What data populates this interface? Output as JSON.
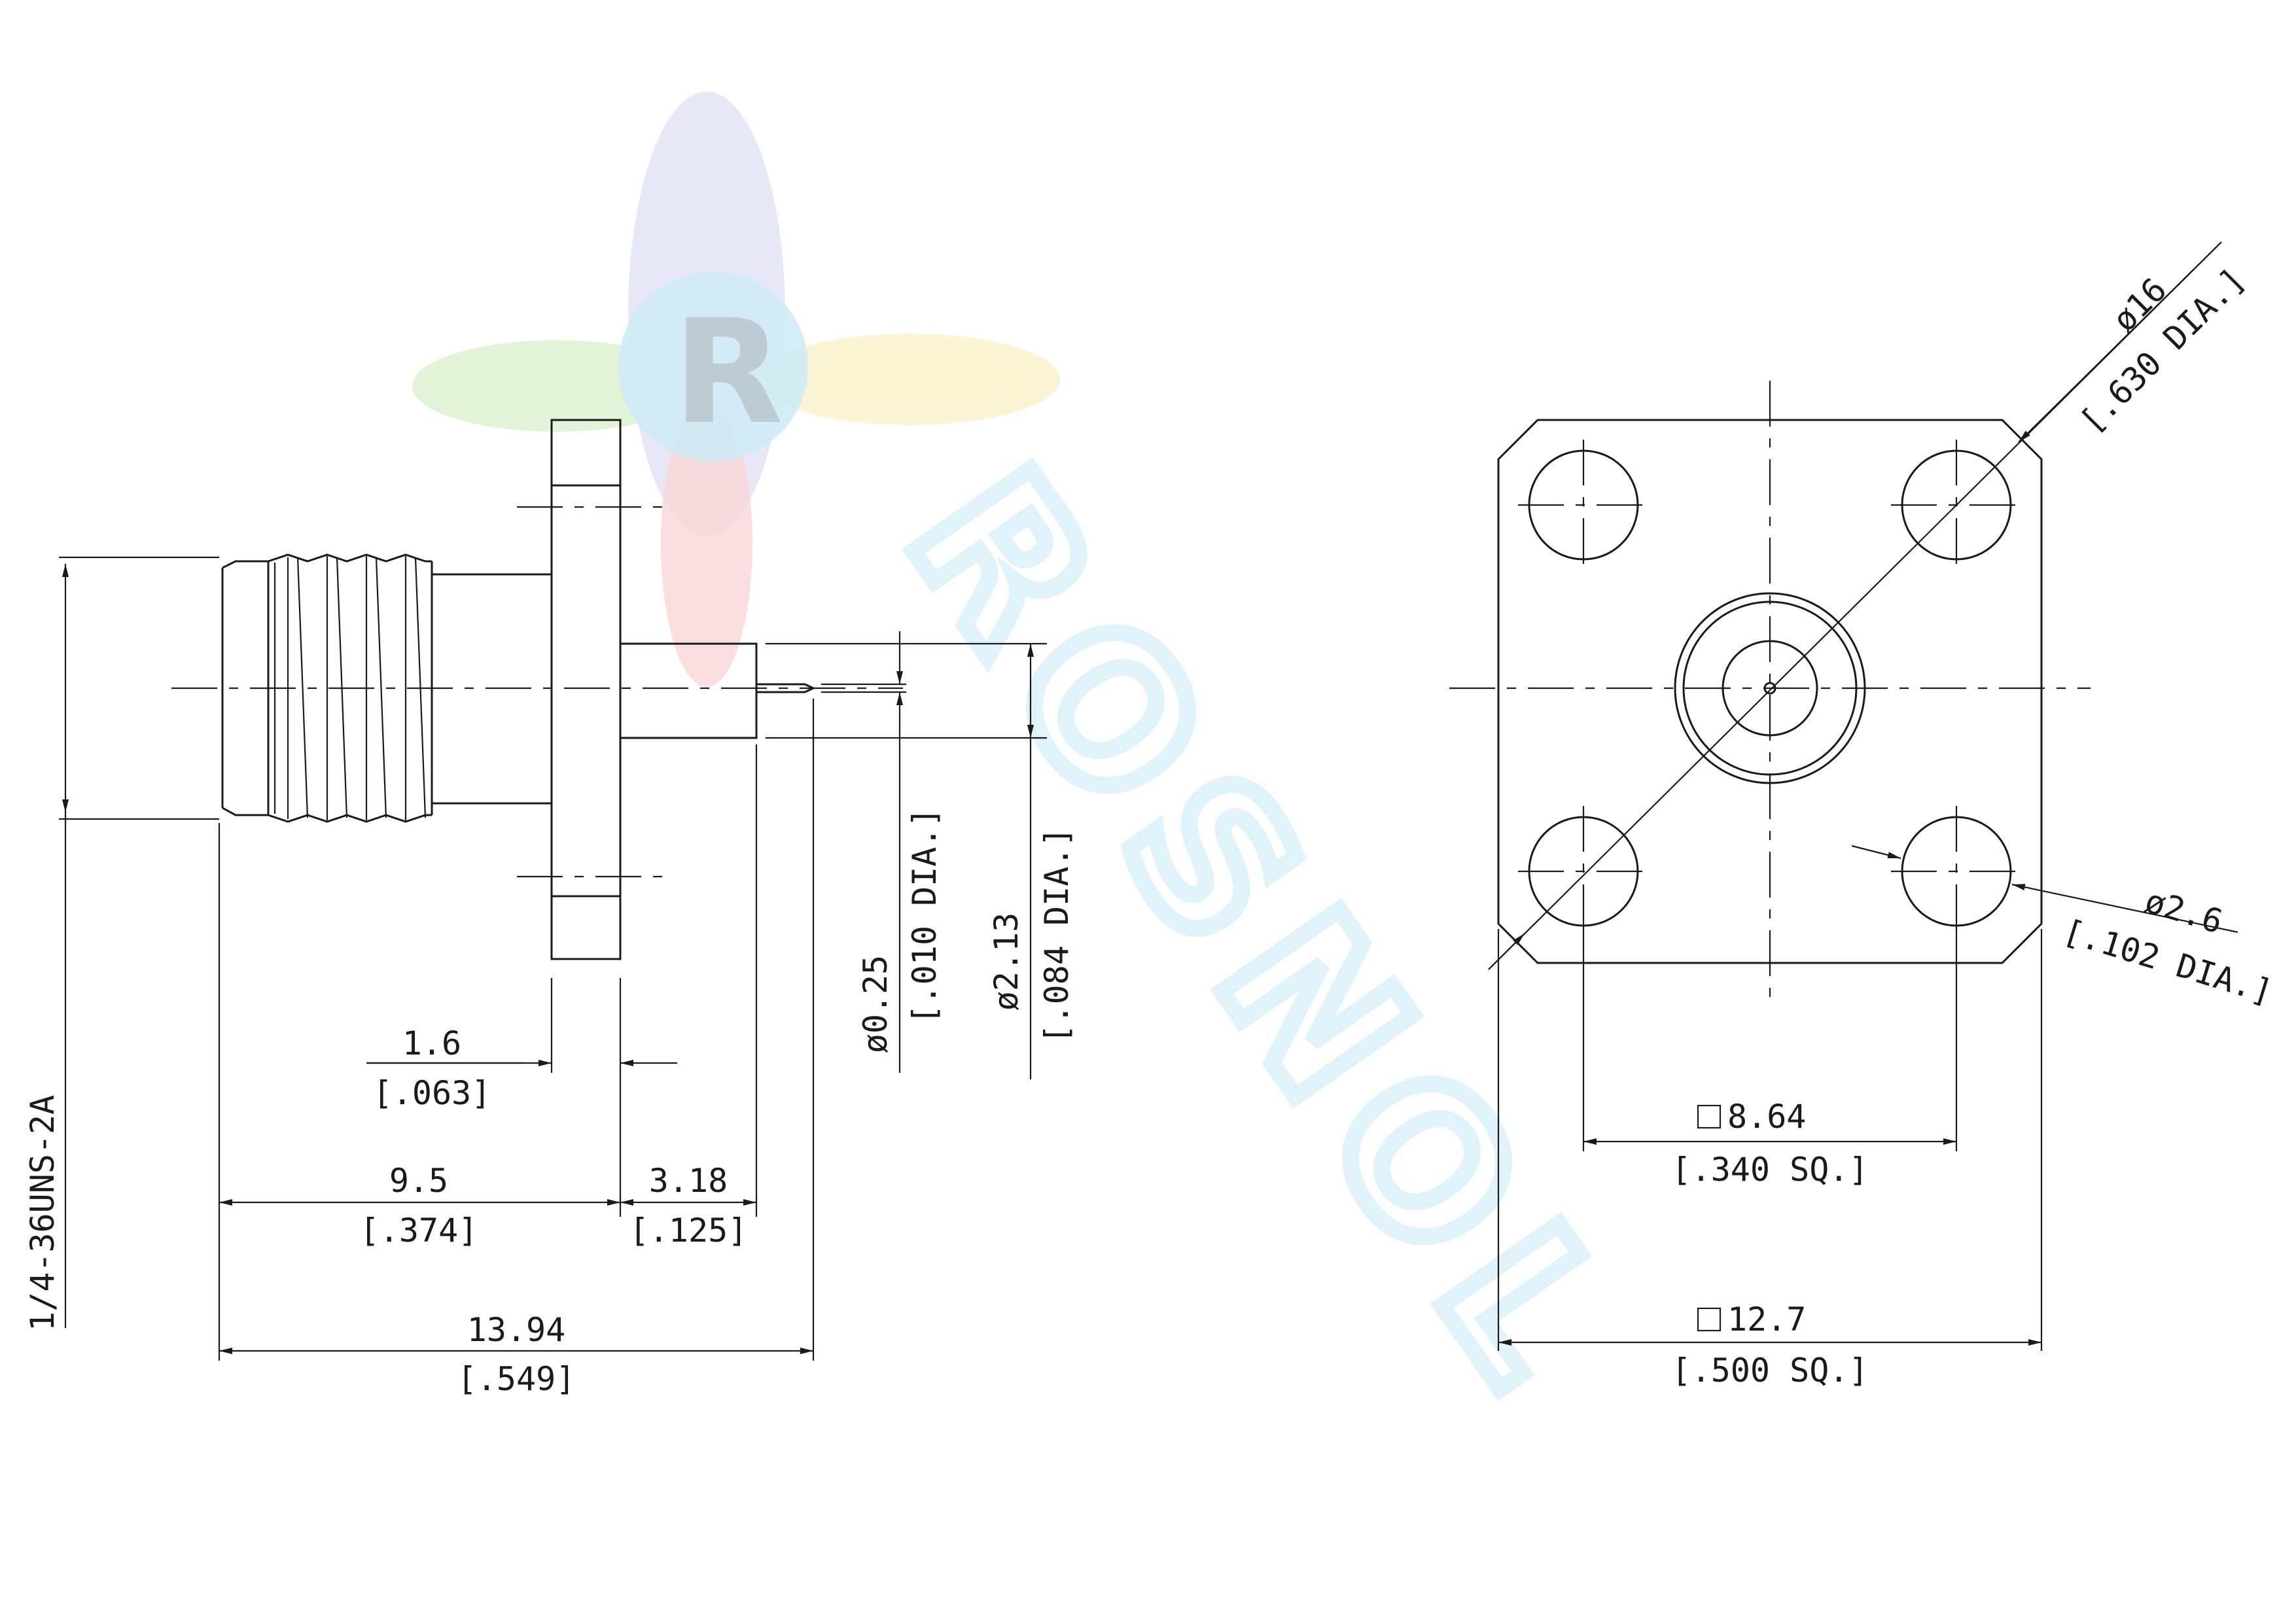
{
  "watermark": {
    "brand": "ROSNOL",
    "logo_letter": "R"
  },
  "colors": {
    "line": "#1a1a1a",
    "watermark": "#bfe6f4"
  },
  "side_view": {
    "thread": {
      "value": "1/4-36UNS-2A"
    },
    "flange_thickness": {
      "mm": "1.6",
      "inch": "[.063]"
    },
    "body_length": {
      "mm": "9.5",
      "inch": "[.374]"
    },
    "dielectric_length": {
      "mm": "3.18",
      "inch": "[.125]"
    },
    "overall_length": {
      "mm": "13.94",
      "inch": "[.549]"
    },
    "pin_diameter": {
      "mm": "ø0.25",
      "inch": "[.010 DIA.]"
    },
    "dielectric_diameter": {
      "mm": "ø2.13",
      "inch": "[.084 DIA.]"
    }
  },
  "front_view": {
    "bolt_circle": {
      "mm": "ø16",
      "inch": "[.630 DIA.]"
    },
    "hole_diameter": {
      "mm": "ø2.6",
      "inch": "[.102 DIA.]"
    },
    "hole_spacing": {
      "mm": "8.64",
      "inch": "[.340 SQ.]"
    },
    "flange_size": {
      "mm": "12.7",
      "inch": "[.500 SQ.]"
    }
  }
}
